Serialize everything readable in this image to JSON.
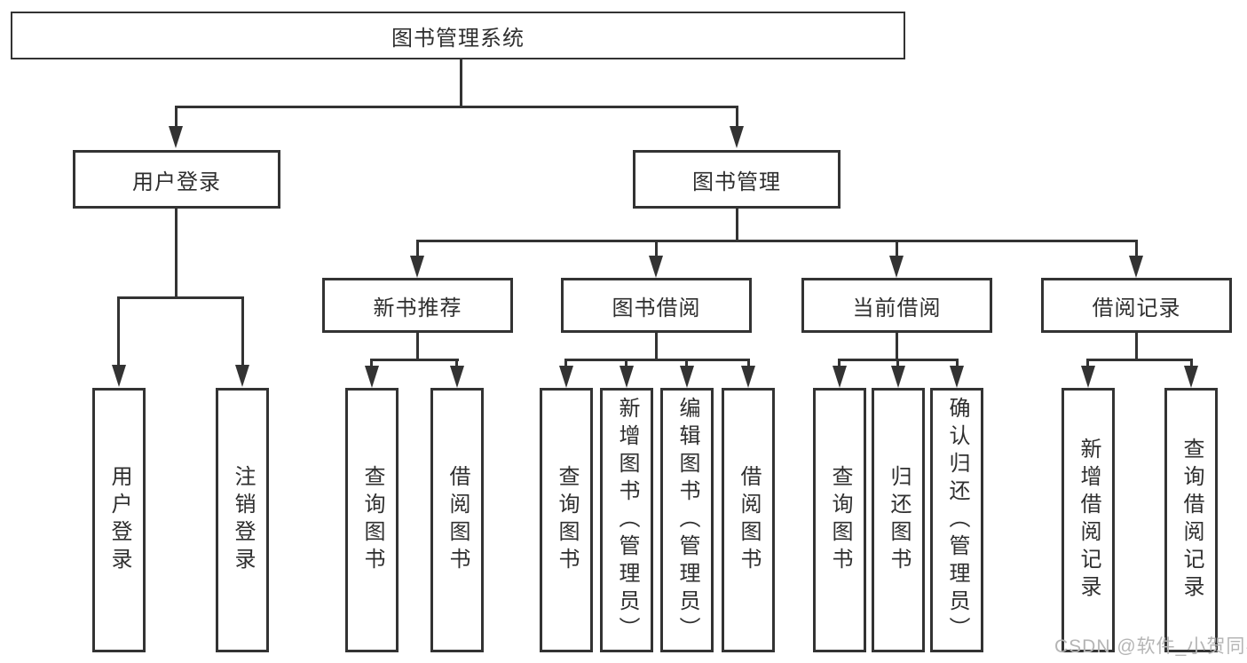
{
  "tree": {
    "label": "图书管理系统",
    "children": [
      {
        "label": "用户登录",
        "children": [
          {
            "label": "用户登录"
          },
          {
            "label": "注销登录"
          }
        ]
      },
      {
        "label": "图书管理",
        "children": [
          {
            "label": "新书推荐",
            "children": [
              {
                "label": "查询图书"
              },
              {
                "label": "借阅图书"
              }
            ]
          },
          {
            "label": "图书借阅",
            "children": [
              {
                "label": "查询图书"
              },
              {
                "label": "新增图书（管理员）"
              },
              {
                "label": "编辑图书（管理员）"
              },
              {
                "label": "借阅图书"
              }
            ]
          },
          {
            "label": "当前借阅",
            "children": [
              {
                "label": "查询图书"
              },
              {
                "label": "归还图书"
              },
              {
                "label": "确认归还（管理员）"
              }
            ]
          },
          {
            "label": "借阅记录",
            "children": [
              {
                "label": "新增借阅记录"
              },
              {
                "label": "查询借阅记录"
              }
            ]
          }
        ]
      }
    ]
  },
  "watermark": "CSDN @软件_小贺同学",
  "colors": {
    "line": "#333333",
    "text": "#2f2f2f",
    "bg": "#ffffff",
    "wm": "#b5b5b5"
  }
}
